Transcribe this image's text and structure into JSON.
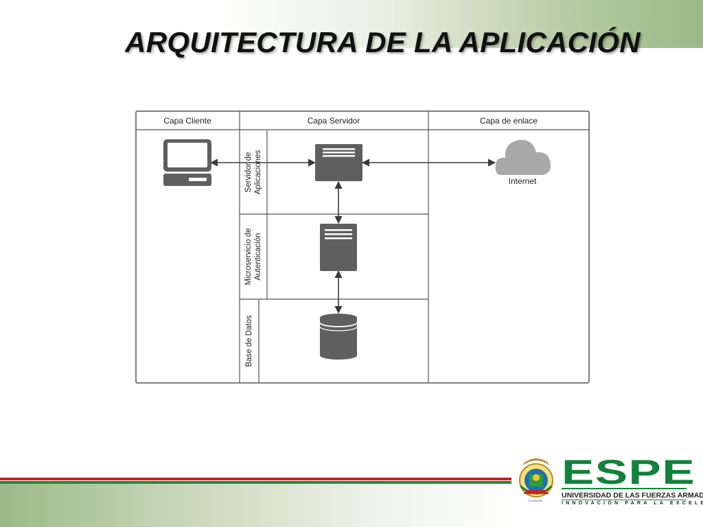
{
  "slide": {
    "title": "ARQUITECTURA DE LA APLICACIÓN"
  },
  "diagram": {
    "columns": [
      {
        "id": "cliente",
        "label": "Capa Cliente"
      },
      {
        "id": "servidor",
        "label": "Capa Servidor"
      },
      {
        "id": "enlace",
        "label": "Capa de enlace"
      }
    ],
    "rows": [
      {
        "id": "app-server",
        "label_lines": [
          "Servidor de",
          "Aplicaciones"
        ]
      },
      {
        "id": "auth-service",
        "label_lines": [
          "Microservicio de",
          "Autenticación"
        ]
      },
      {
        "id": "database",
        "label_lines": [
          "Base de Datos"
        ]
      }
    ],
    "nodes": {
      "client": {
        "icon": "laptop-icon"
      },
      "app_server": {
        "icon": "server-icon"
      },
      "auth_server": {
        "icon": "server-icon"
      },
      "database": {
        "icon": "database-icon"
      },
      "internet": {
        "icon": "cloud-icon",
        "label": "Internet"
      }
    },
    "connections": [
      {
        "from": "client",
        "to": "app_server",
        "direction": "both"
      },
      {
        "from": "app_server",
        "to": "internet",
        "direction": "both"
      },
      {
        "from": "app_server",
        "to": "auth_server",
        "direction": "both"
      },
      {
        "from": "auth_server",
        "to": "database",
        "direction": "both"
      }
    ],
    "colors": {
      "icon_fill": "#5f5f5f",
      "cloud_fill": "#a9a9a9",
      "line": "#3a3a3a"
    }
  },
  "footer": {
    "brand": "ESPE",
    "university": "UNIVERSIDAD DE LAS FUERZAS ARMADAS",
    "motto": "INNOVACIÓN PARA LA EXCELENCIA",
    "seal_caption": [
      "ECUADOR"
    ],
    "colors": {
      "brand_green": "#11823b",
      "stripe_red": "#d01e1e",
      "stripe_green": "#1f8a3a"
    }
  }
}
